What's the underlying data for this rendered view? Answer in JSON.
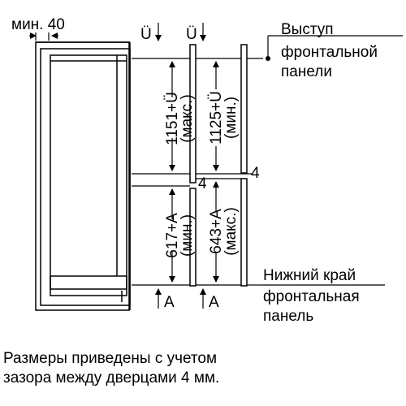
{
  "labels": {
    "min_gap": "мин. 40",
    "u_left": "Ü",
    "u_right": "Ü",
    "a_left": "A",
    "a_right": "A",
    "four_top": "4",
    "four_right": "4",
    "front_protrusion": [
      "Выступ",
      "фронтальной",
      "панели"
    ],
    "bottom_edge": [
      "Нижний край",
      "фронтальная",
      "панель"
    ]
  },
  "dimensions": {
    "upper_left": "1151+Ü",
    "upper_left_qual": "(макс.)",
    "upper_right": "1125+Ü",
    "upper_right_qual": "(мин.)",
    "lower_left": "617+A",
    "lower_left_qual": "(мин.)",
    "lower_right": "643+A",
    "lower_right_qual": "(макс.)"
  },
  "note": {
    "line1": "Размеры приведены с учетом",
    "line2": "зазора между дверцами 4 мм."
  }
}
